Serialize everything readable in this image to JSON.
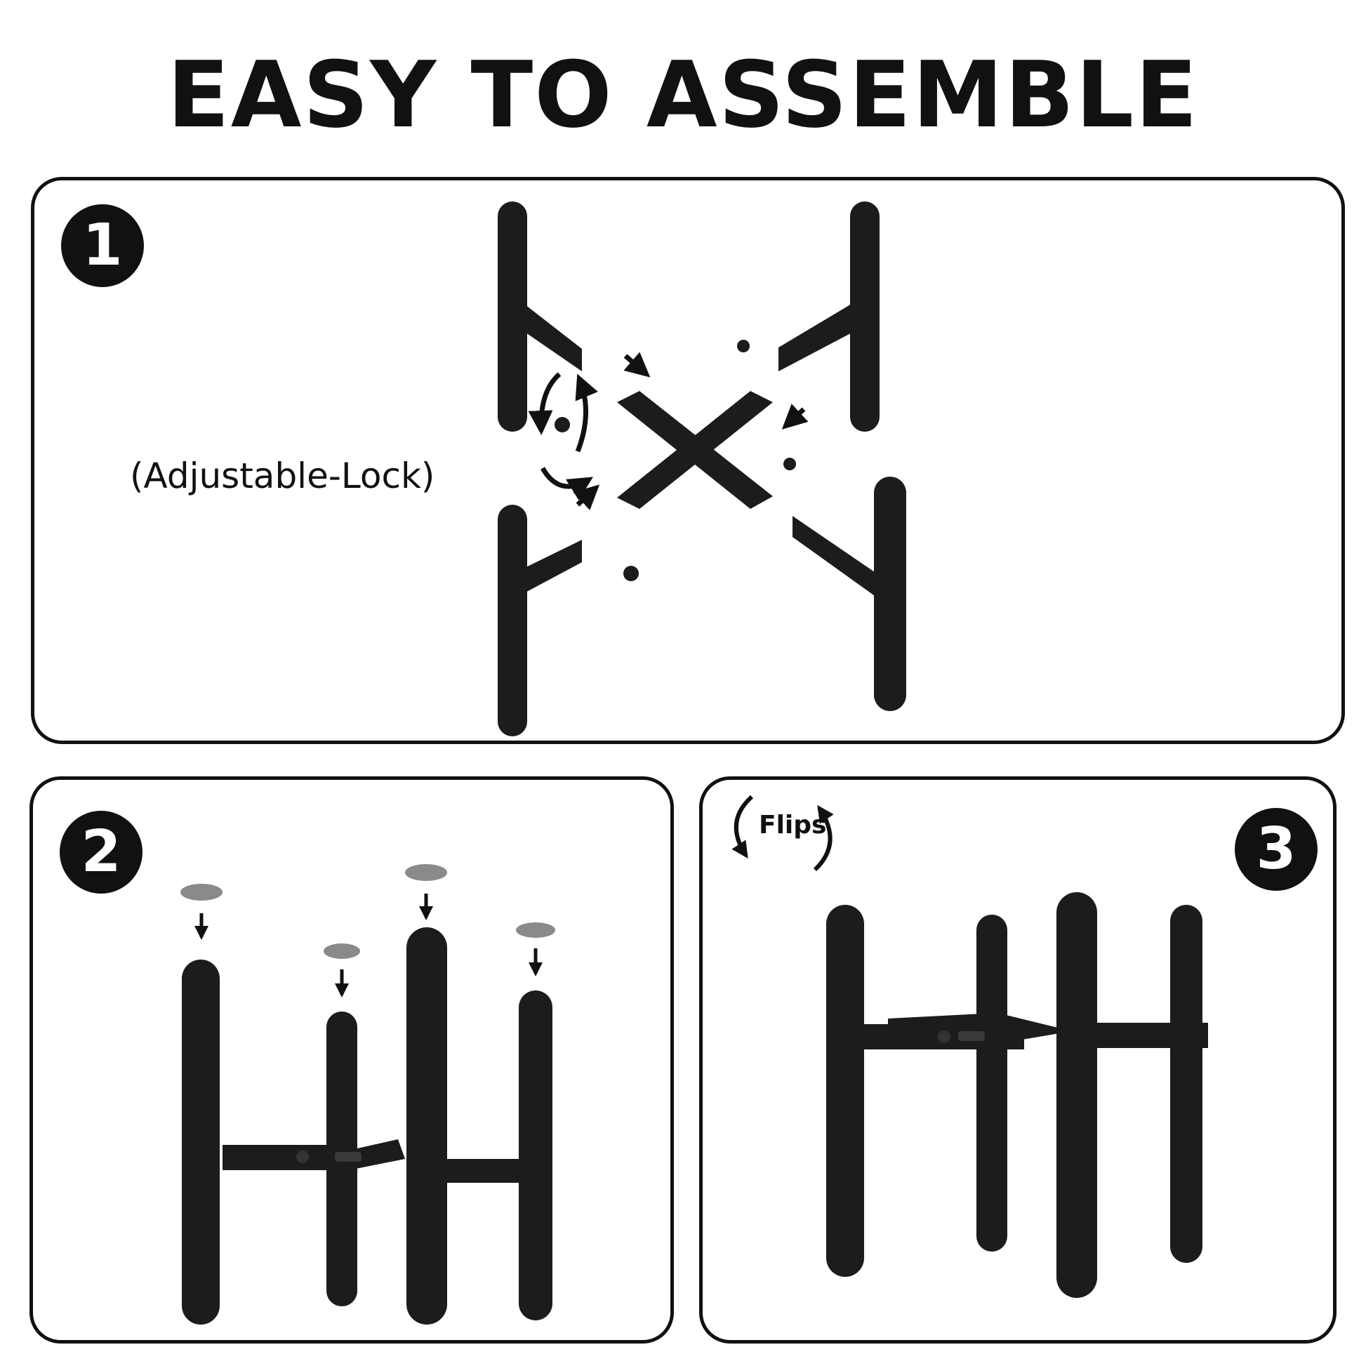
{
  "header": {
    "title": "EASY TO ASSEMBLE"
  },
  "steps": [
    {
      "number": "1",
      "caption": "(Adjustable-Lock)"
    },
    {
      "number": "2"
    },
    {
      "number": "3",
      "caption": "Flips"
    }
  ],
  "colors": {
    "ink": "#111111",
    "metal": "#1c1c1c",
    "pad": "#8a8a8a",
    "background": "#ffffff"
  }
}
